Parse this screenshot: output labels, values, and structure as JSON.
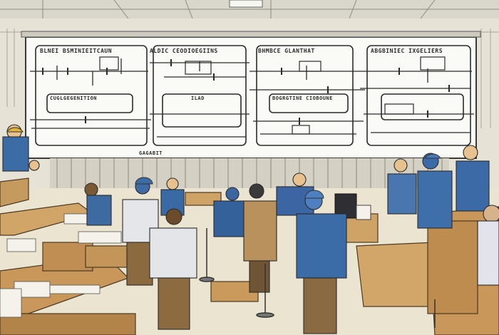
{
  "board": {
    "headings": [
      "BLNEI BSMINIEITCAUN",
      "ALDIC CEODIOEGIINS",
      "BHMBCE GLANTHAT",
      "ABGBINIEC IXGELIERS"
    ],
    "labels": [
      "CUGLGEGENITION",
      "ILAD",
      "BOGRGTINE CIOBOUNE"
    ],
    "footer": "GAGABIT"
  }
}
